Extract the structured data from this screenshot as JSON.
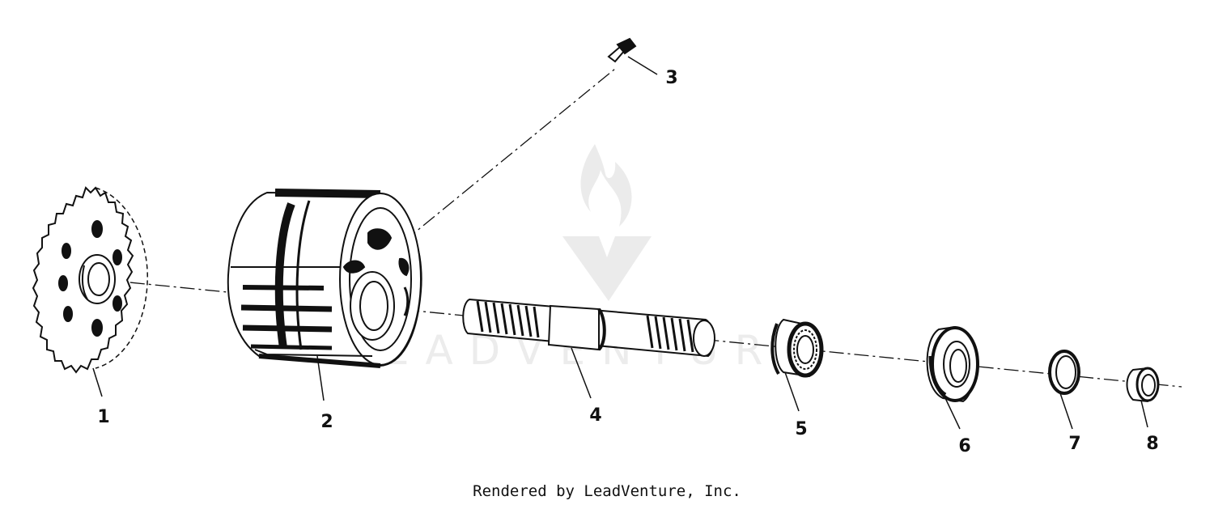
{
  "diagram": {
    "parts": [
      {
        "id": "1",
        "label": "1"
      },
      {
        "id": "2",
        "label": "2"
      },
      {
        "id": "3",
        "label": "3"
      },
      {
        "id": "4",
        "label": "4"
      },
      {
        "id": "5",
        "label": "5"
      },
      {
        "id": "6",
        "label": "6"
      },
      {
        "id": "7",
        "label": "7"
      },
      {
        "id": "8",
        "label": "8"
      }
    ]
  },
  "watermark": {
    "text": "LEADVENTURE"
  },
  "footer": {
    "text": "Rendered by LeadVenture, Inc."
  },
  "colors": {
    "ink": "#111111",
    "watermark": "#e6e6e6",
    "background": "#ffffff"
  }
}
